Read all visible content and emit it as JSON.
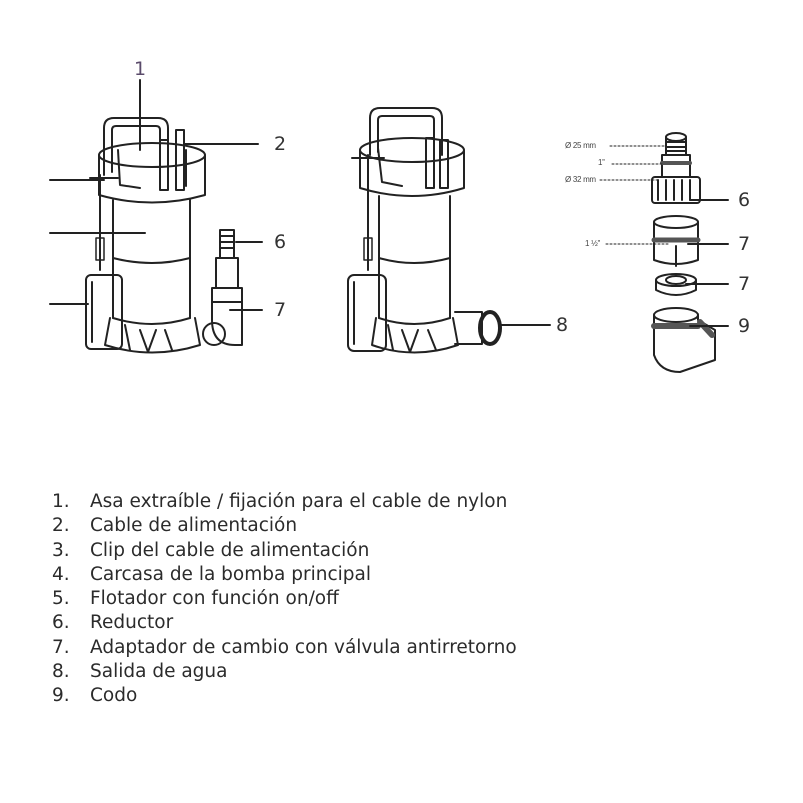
{
  "callouts": {
    "pump_a": [
      "1",
      "2",
      "6",
      "7"
    ],
    "pump_b": [
      "8"
    ],
    "fittings": [
      "6",
      "7",
      "7",
      "9"
    ]
  },
  "dimensions": {
    "d25": "Ø 25 mm",
    "inch1": "1''",
    "d32": "Ø 32 mm",
    "inch1_5": "1 ½''"
  },
  "legend": [
    {
      "num": "1.",
      "text": "Asa extraíble / fijación para el cable de nylon"
    },
    {
      "num": "2.",
      "text": "Cable de alimentación"
    },
    {
      "num": "3.",
      "text": "Clip del cable de alimentación"
    },
    {
      "num": "4.",
      "text": "Carcasa de la bomba principal"
    },
    {
      "num": "5.",
      "text": "Flotador con función on/off"
    },
    {
      "num": "6.",
      "text": "Reductor"
    },
    {
      "num": "7.",
      "text": "Adaptador de cambio con válvula antirretorno"
    },
    {
      "num": "8.",
      "text": "Salida de agua"
    },
    {
      "num": "9.",
      "text": "Codo"
    }
  ],
  "colors": {
    "line": "#222222",
    "callout_1": "#5a4a6a"
  }
}
